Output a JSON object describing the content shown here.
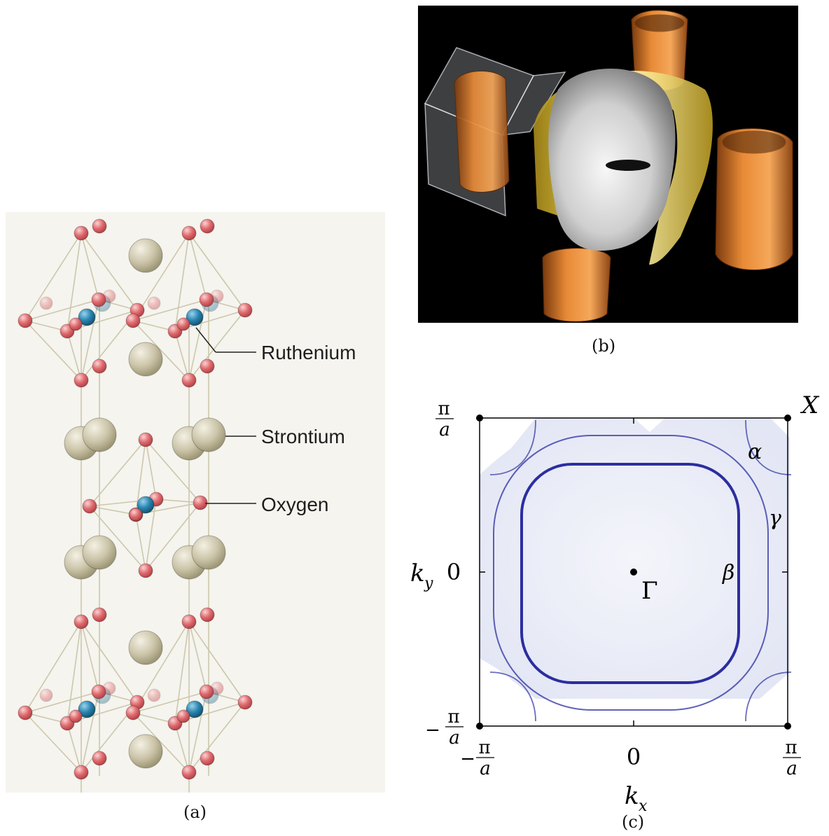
{
  "figure": {
    "panel_a": {
      "caption": "(a)",
      "labels": {
        "ruthenium": "Ruthenium",
        "strontium": "Strontium",
        "oxygen": "Oxygen"
      }
    },
    "panel_b": {
      "caption": "(b)"
    },
    "panel_c": {
      "caption": "(c)",
      "corner_label": "X",
      "xlabel": {
        "base": "k",
        "sub": "x"
      },
      "ylabel": {
        "base": "k",
        "sub": "y"
      },
      "center_label": "Γ",
      "x_ticks": [
        {
          "sign": "−",
          "num": "π",
          "den": "a"
        },
        {
          "sign": "",
          "num": "0",
          "den": ""
        },
        {
          "sign": "",
          "num": "π",
          "den": "a"
        }
      ],
      "y_ticks": [
        {
          "sign": "",
          "num": "π",
          "den": "a"
        },
        {
          "sign": "",
          "num": "0",
          "den": ""
        },
        {
          "sign": "−",
          "num": "π",
          "den": "a"
        }
      ],
      "sheet_labels": {
        "alpha": "α",
        "beta": "β",
        "gamma": "γ"
      }
    }
  },
  "colors": {
    "panel_a_bg": "#f5f4ee",
    "oxygen": "#e06b6f",
    "ruthenium": "#2a86b2",
    "strontium": "#cbc4a8",
    "fermi_surface_line": "#2b2ea0",
    "alpha_sheet": "#e88a36",
    "gamma_sheet": "#f3d94a",
    "beta_sheet": "#d8d8d8"
  }
}
